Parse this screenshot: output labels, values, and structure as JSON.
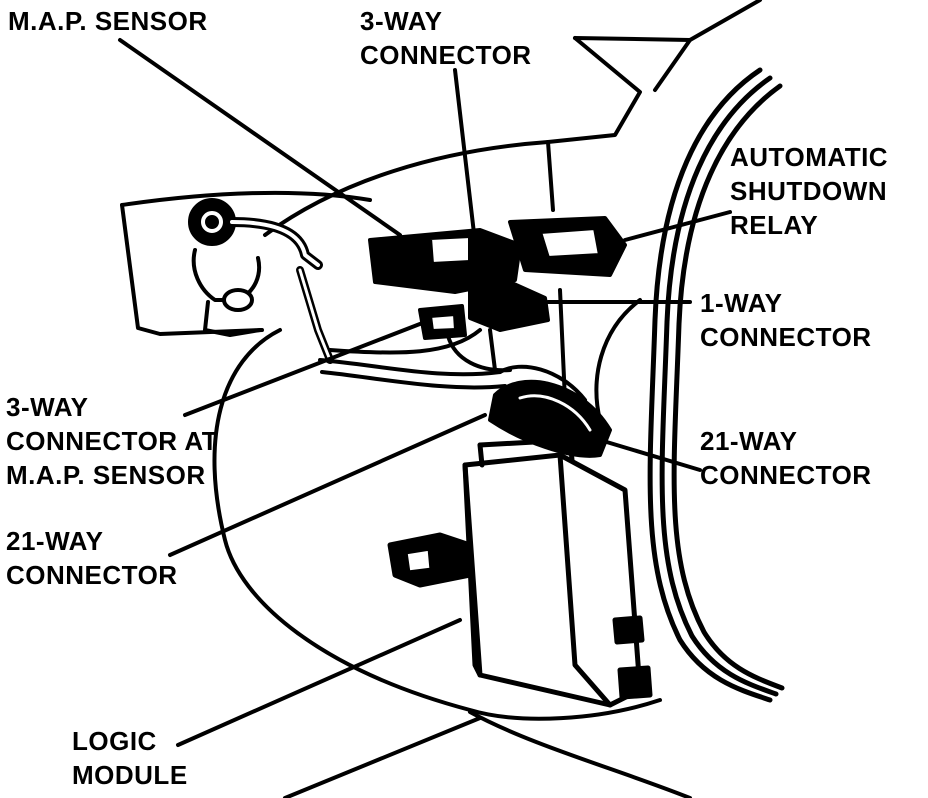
{
  "labels": {
    "map_sensor": "M.A.P. SENSOR",
    "three_way_top_1": "3-WAY",
    "three_way_top_2": "CONNECTOR",
    "asd_relay_1": "AUTOMATIC",
    "asd_relay_2": "SHUTDOWN",
    "asd_relay_3": "RELAY",
    "one_way_1": "1-WAY",
    "one_way_2": "CONNECTOR",
    "three_way_map_1": "3-WAY",
    "three_way_map_2": "CONNECTOR AT",
    "three_way_map_3": "M.A.P. SENSOR",
    "twentyone_right_1": "21-WAY",
    "twentyone_right_2": "CONNECTOR",
    "twentyone_left_1": "21-WAY",
    "twentyone_left_2": "CONNECTOR",
    "logic_module_1": "LOGIC",
    "logic_module_2": "MODULE"
  },
  "colors": {
    "ink": "#000000",
    "paper": "#ffffff"
  }
}
